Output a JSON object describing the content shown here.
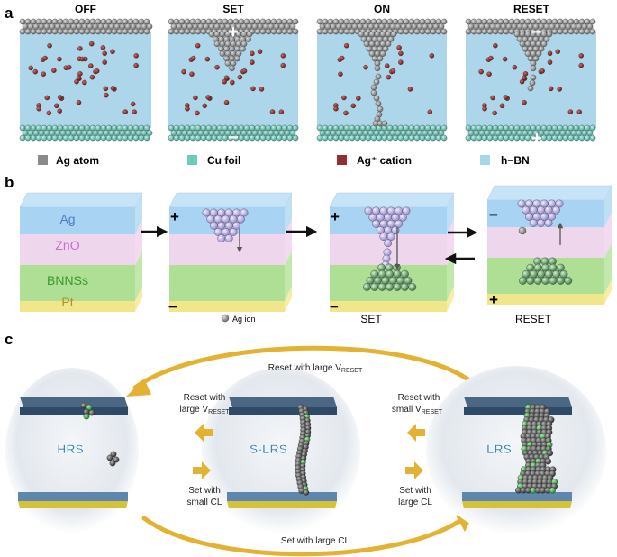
{
  "panel_a": {
    "letter": "a",
    "states": [
      "OFF",
      "SET",
      "ON",
      "RESET"
    ],
    "signs": {
      "set_top": "+",
      "set_bottom": "−",
      "reset_top": "−",
      "reset_bottom": "+"
    },
    "legend": [
      {
        "label": "Ag atom",
        "color": "#8a8a8a"
      },
      {
        "label": "Cu foil",
        "color": "#6fcabb"
      },
      {
        "label": "Ag⁺ cation",
        "color": "#8e3030"
      },
      {
        "label": "h−BN",
        "color": "#a9d5ea"
      }
    ]
  },
  "panel_b": {
    "letter": "b",
    "layers": [
      "Ag",
      "ZnO",
      "BNNSs",
      "Pt"
    ],
    "ion_label": "Ag ion",
    "captions": [
      "SET",
      "RESET"
    ],
    "signs": {
      "d2_top": "+",
      "d2_bottom": "−",
      "d3_top": "+",
      "d3_bottom": "−",
      "d4_top": "−",
      "d4_bottom": "+"
    }
  },
  "panel_c": {
    "letter": "c",
    "states": [
      "HRS",
      "S-LRS",
      "LRS"
    ],
    "reset_large_main": "Reset with large V",
    "reset_large_left": [
      "Reset with",
      "large V"
    ],
    "reset_small": [
      "Reset with",
      "small V"
    ],
    "reset_sub": "RESET",
    "set_small": [
      "Set with",
      "small CL"
    ],
    "set_large_mid": [
      "Set with",
      "large CL"
    ],
    "set_large_main": "Set with large CL"
  },
  "colors": {
    "hbn": "#aed6ea",
    "ag_atom": "#8c8c8c",
    "cu": "#72ccbe",
    "cation": "#8e2f2f",
    "arrow_gold": "#e3b233"
  }
}
